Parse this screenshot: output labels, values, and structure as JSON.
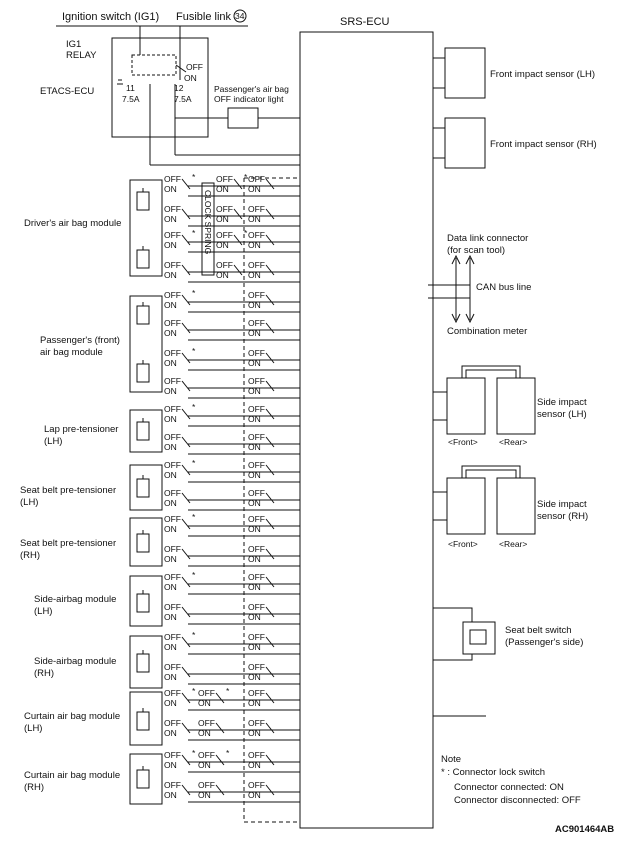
{
  "header": {
    "ig_switch": "Ignition switch (IG1)",
    "fusible_link": "Fusible link",
    "fusible_link_no": "34",
    "srs_ecu": "SRS-ECU"
  },
  "etacs": {
    "relay_label_1": "IG1",
    "relay_label_2": "RELAY",
    "name": "ETACS-ECU",
    "relay_state": "OFF",
    "relay_state_on": "ON",
    "fuse_left_no": "11",
    "fuse_left_amp": "7.5A",
    "fuse_right_no": "12",
    "fuse_right_amp": "7.5A",
    "indicator_1": "Passenger's air bag",
    "indicator_2": "OFF indicator light"
  },
  "components": {
    "driver": "Driver's air bag module",
    "clock_spring": "CLOCK SPRING",
    "passenger_1": "Passenger's (front)",
    "passenger_2": "air bag module",
    "lap_1": "Lap pre-tensioner",
    "lap_2": "(LH)",
    "sb_lh_1": "Seat belt pre-tensioner",
    "sb_lh_2": "(LH)",
    "sb_rh_1": "Seat belt pre-tensioner",
    "sb_rh_2": "(RH)",
    "side_lh_1": "Side-airbag module",
    "side_lh_2": "(LH)",
    "side_rh_1": "Side-airbag module",
    "side_rh_2": "(RH)",
    "cur_lh_1": "Curtain air bag module",
    "cur_lh_2": "(LH)",
    "cur_rh_1": "Curtain air bag module",
    "cur_rh_2": "(RH)"
  },
  "right": {
    "fis_lh": "Front impact sensor (LH)",
    "fis_rh": "Front impact sensor (RH)",
    "dlc_1": "Data link connector",
    "dlc_2": "(for scan tool)",
    "can": "CAN bus line",
    "meter": "Combination meter",
    "sis_lh_1": "Side impact",
    "sis_lh_2": "sensor (LH)",
    "sis_rh_1": "Side impact",
    "sis_rh_2": "sensor (RH)",
    "front": "<Front>",
    "rear": "<Rear>",
    "seatbelt_1": "Seat belt switch",
    "seatbelt_2": "(Passenger's side)"
  },
  "switch": {
    "off": "OFF",
    "on": "ON",
    "star": "*"
  },
  "note": {
    "title": "Note",
    "line1": "* : Connector lock switch",
    "line2": "Connector connected: ON",
    "line3": "Connector disconnected: OFF"
  },
  "code": "AC901464AB"
}
